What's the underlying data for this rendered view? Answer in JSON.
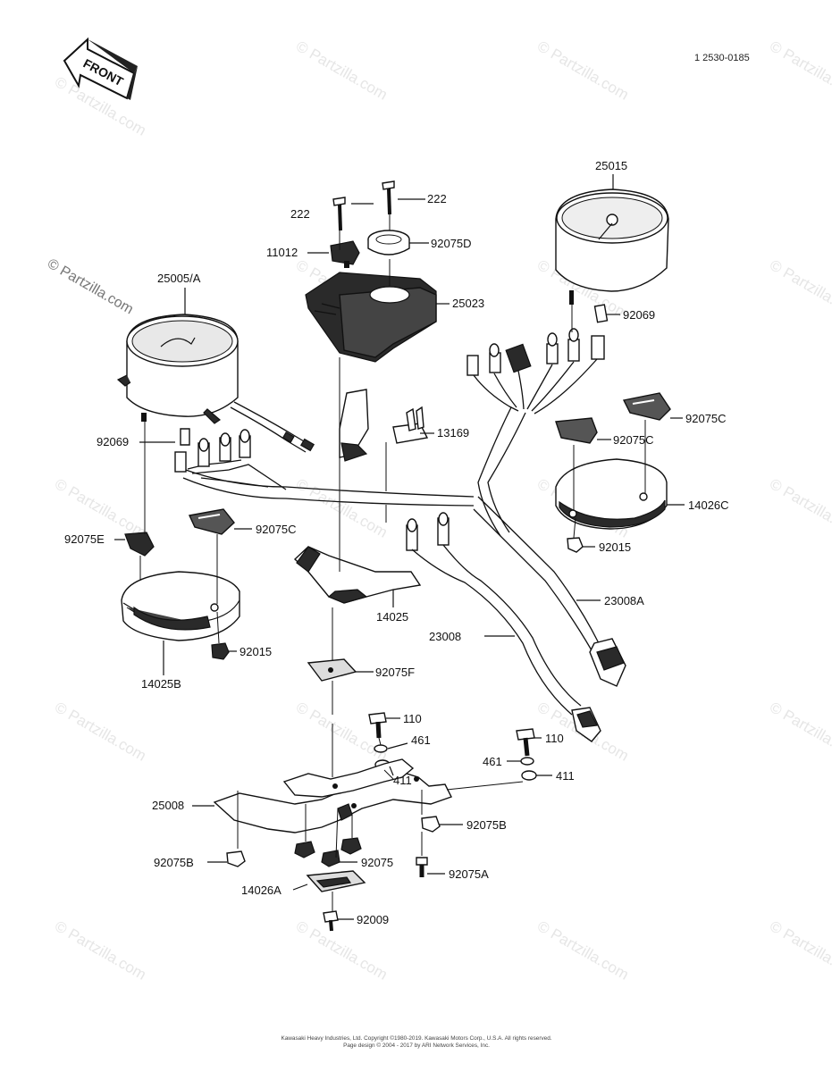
{
  "diagram_code": "1 2530-0185",
  "front_label": "FRONT",
  "watermark": "© Partzilla.com",
  "footer": {
    "line1": "Kawasaki Heavy Industries, Ltd. Copyright ©1980-2019. Kawasaki Motors Corp., U.S.A. All rights reserved.",
    "line2": "Page design © 2004 - 2017 by ARI Network Services, Inc."
  },
  "labels": {
    "l222a": "222",
    "l222b": "222",
    "l11012": "11012",
    "l92075D": "92075D",
    "l25023": "25023",
    "l25015": "25015",
    "l92069r": "92069",
    "l250057A": "25005/A",
    "l92069l": "92069",
    "l13169": "13169",
    "l92075Cr1": "92075C",
    "l92075Cr2": "92075C",
    "l14026C": "14026C",
    "l92015r": "92015",
    "l92075E": "92075E",
    "l92075Cl": "92075C",
    "l14025": "14025",
    "l23008A": "23008A",
    "l23008": "23008",
    "l92015l": "92015",
    "l14025B": "14025B",
    "l92075F": "92075F",
    "l110a": "110",
    "l461a": "461",
    "l411a": "411",
    "l110b": "110",
    "l461b": "461",
    "l411b": "411",
    "l25008": "25008",
    "l92075Bl": "92075B",
    "l92075Br": "92075B",
    "l92075": "92075",
    "l92075A": "92075A",
    "l14026A": "14026A",
    "l92009": "92009"
  }
}
